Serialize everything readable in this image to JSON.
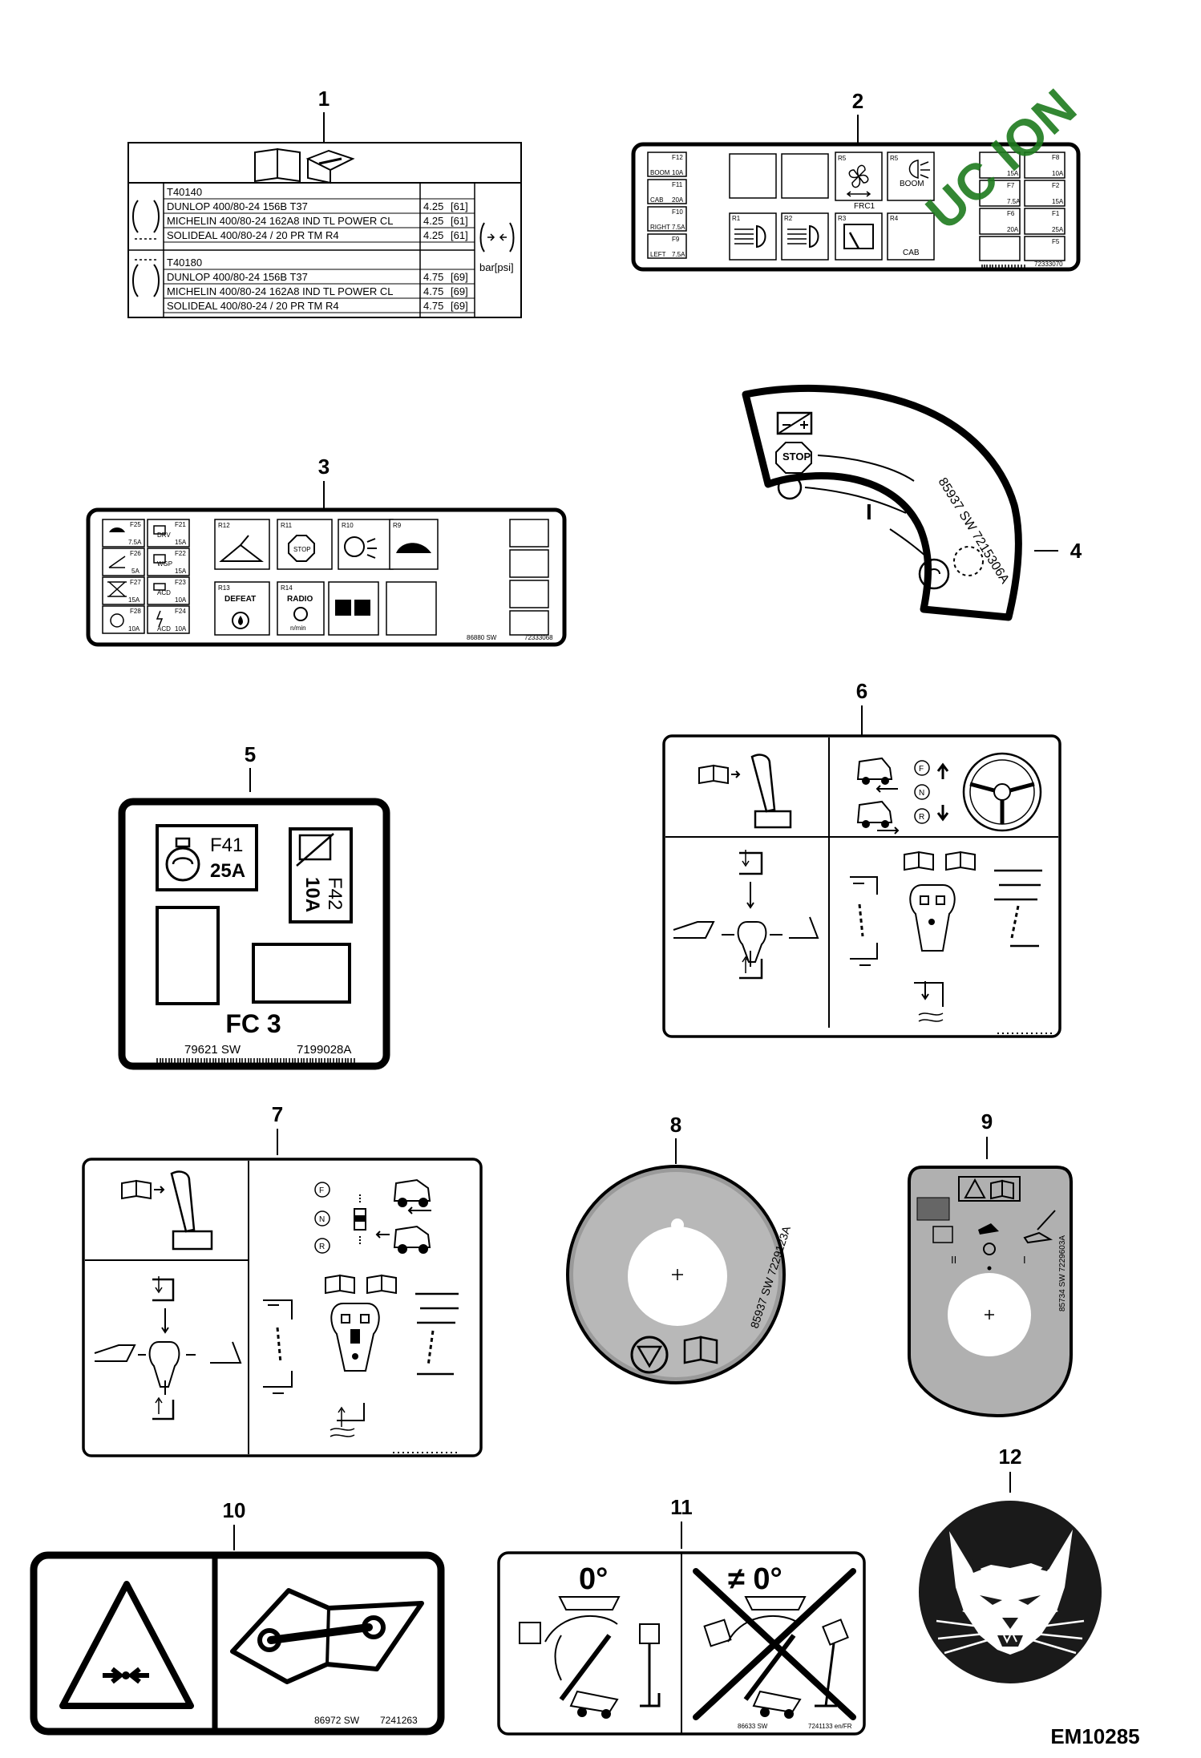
{
  "labels": [
    "1",
    "2",
    "3",
    "4",
    "5",
    "6",
    "7",
    "8",
    "9",
    "10",
    "11",
    "12"
  ],
  "footer_code": "EM10285",
  "decal1": {
    "unit_label": "bar[psi]",
    "groups": [
      {
        "model": "T40140",
        "rows": [
          {
            "tire": "DUNLOP    400/80-24   156B T37",
            "pressure": "4.25",
            "psi": "[61]"
          },
          {
            "tire": "MICHELIN  400/80-24   162A8 IND TL POWER CL",
            "pressure": "4.25",
            "psi": "[61]"
          },
          {
            "tire": "SOLIDEAL  400/80-24  / 20     PR TM R4",
            "pressure": "4.25",
            "psi": "[61]"
          }
        ]
      },
      {
        "model": "T40180",
        "rows": [
          {
            "tire": "DUNLOP    400/80-24   156B T37",
            "pressure": "4.75",
            "psi": "[69]"
          },
          {
            "tire": "MICHELIN  400/80-24   162A8 IND TL POWER CL",
            "pressure": "4.75",
            "psi": "[69]"
          },
          {
            "tire": "SOLIDEAL  400/80-24  / 20 PR TM R4",
            "pressure": "4.75",
            "psi": "[69]"
          }
        ]
      }
    ]
  },
  "decal2": {
    "stamp": "UC ION",
    "frc": "FRC1",
    "left_fuses": [
      {
        "code": "F12",
        "name": "BOOM",
        "amp": "10A"
      },
      {
        "code": "F11",
        "name": "CAB",
        "amp": "20A"
      },
      {
        "code": "F10",
        "name": "RIGHT",
        "amp": "7.5A"
      },
      {
        "code": "F9",
        "name": "LEFT",
        "amp": "7.5A"
      }
    ],
    "relays": [
      {
        "code": "R5",
        "name": ""
      },
      {
        "code": "R5",
        "name": "BOOM"
      },
      {
        "code": "R1",
        "name": ""
      },
      {
        "code": "R2",
        "name": ""
      },
      {
        "code": "R3",
        "name": ""
      },
      {
        "code": "R4",
        "name": "CAB"
      }
    ],
    "right_fuses": [
      "15A",
      "10A",
      "7.5A",
      "15A",
      "20A",
      "25A"
    ],
    "right_codes": [
      "F8",
      "F7",
      "F2",
      "F6",
      "F1",
      "F5"
    ],
    "part_number": "72333070"
  },
  "decal3": {
    "fuses": [
      {
        "code": "F25",
        "amp": "7.5A"
      },
      {
        "code": "F21",
        "amp": "15A",
        "name": "DRV"
      },
      {
        "code": "F26",
        "amp": "5A"
      },
      {
        "code": "F22",
        "amp": "15A",
        "name": "WGP"
      },
      {
        "code": "F27",
        "amp": "15A"
      },
      {
        "code": "F23",
        "amp": "10A",
        "name": "ACD"
      },
      {
        "code": "F28",
        "amp": "10A"
      },
      {
        "code": "F24",
        "amp": "10A",
        "name": "ACD"
      }
    ],
    "relays": [
      {
        "code": "R12",
        "name": ""
      },
      {
        "code": "R11",
        "name": "STOP"
      },
      {
        "code": "R10",
        "name": ""
      },
      {
        "code": "R9",
        "name": ""
      },
      {
        "code": "R13",
        "name": "DEFEAT"
      },
      {
        "code": "R14",
        "name": "RADIO"
      }
    ],
    "rpm": "n/min",
    "serial": "86880 SW",
    "part": "72333068"
  },
  "decal4": {
    "serial": "85937 SW  7215306A",
    "stop": "STOP",
    "pos1": "I"
  },
  "decal5": {
    "f41": "F41",
    "f41_amp": "25A",
    "f42": "F42",
    "f42_amp": "10A",
    "title": "FC 3",
    "serial": "79621 SW",
    "part": "7199028A"
  },
  "decal6": {
    "dir_f": "F",
    "dir_n": "N",
    "dir_r": "R"
  },
  "decal7": {
    "dir_f": "F",
    "dir_n": "N",
    "dir_r": "R"
  },
  "decal8": {
    "serial": "85937 SW  7229123A"
  },
  "decal9": {
    "pos2": "II",
    "pos1": "I",
    "serial": "85734 SW  7229603A"
  },
  "decal10": {
    "serial": "86972 SW",
    "part": "7241263"
  },
  "decal11": {
    "angle_ok": "0°",
    "angle_bad": "≠ 0°",
    "serial": "86633 SW",
    "part": "7241133 en/FR"
  }
}
